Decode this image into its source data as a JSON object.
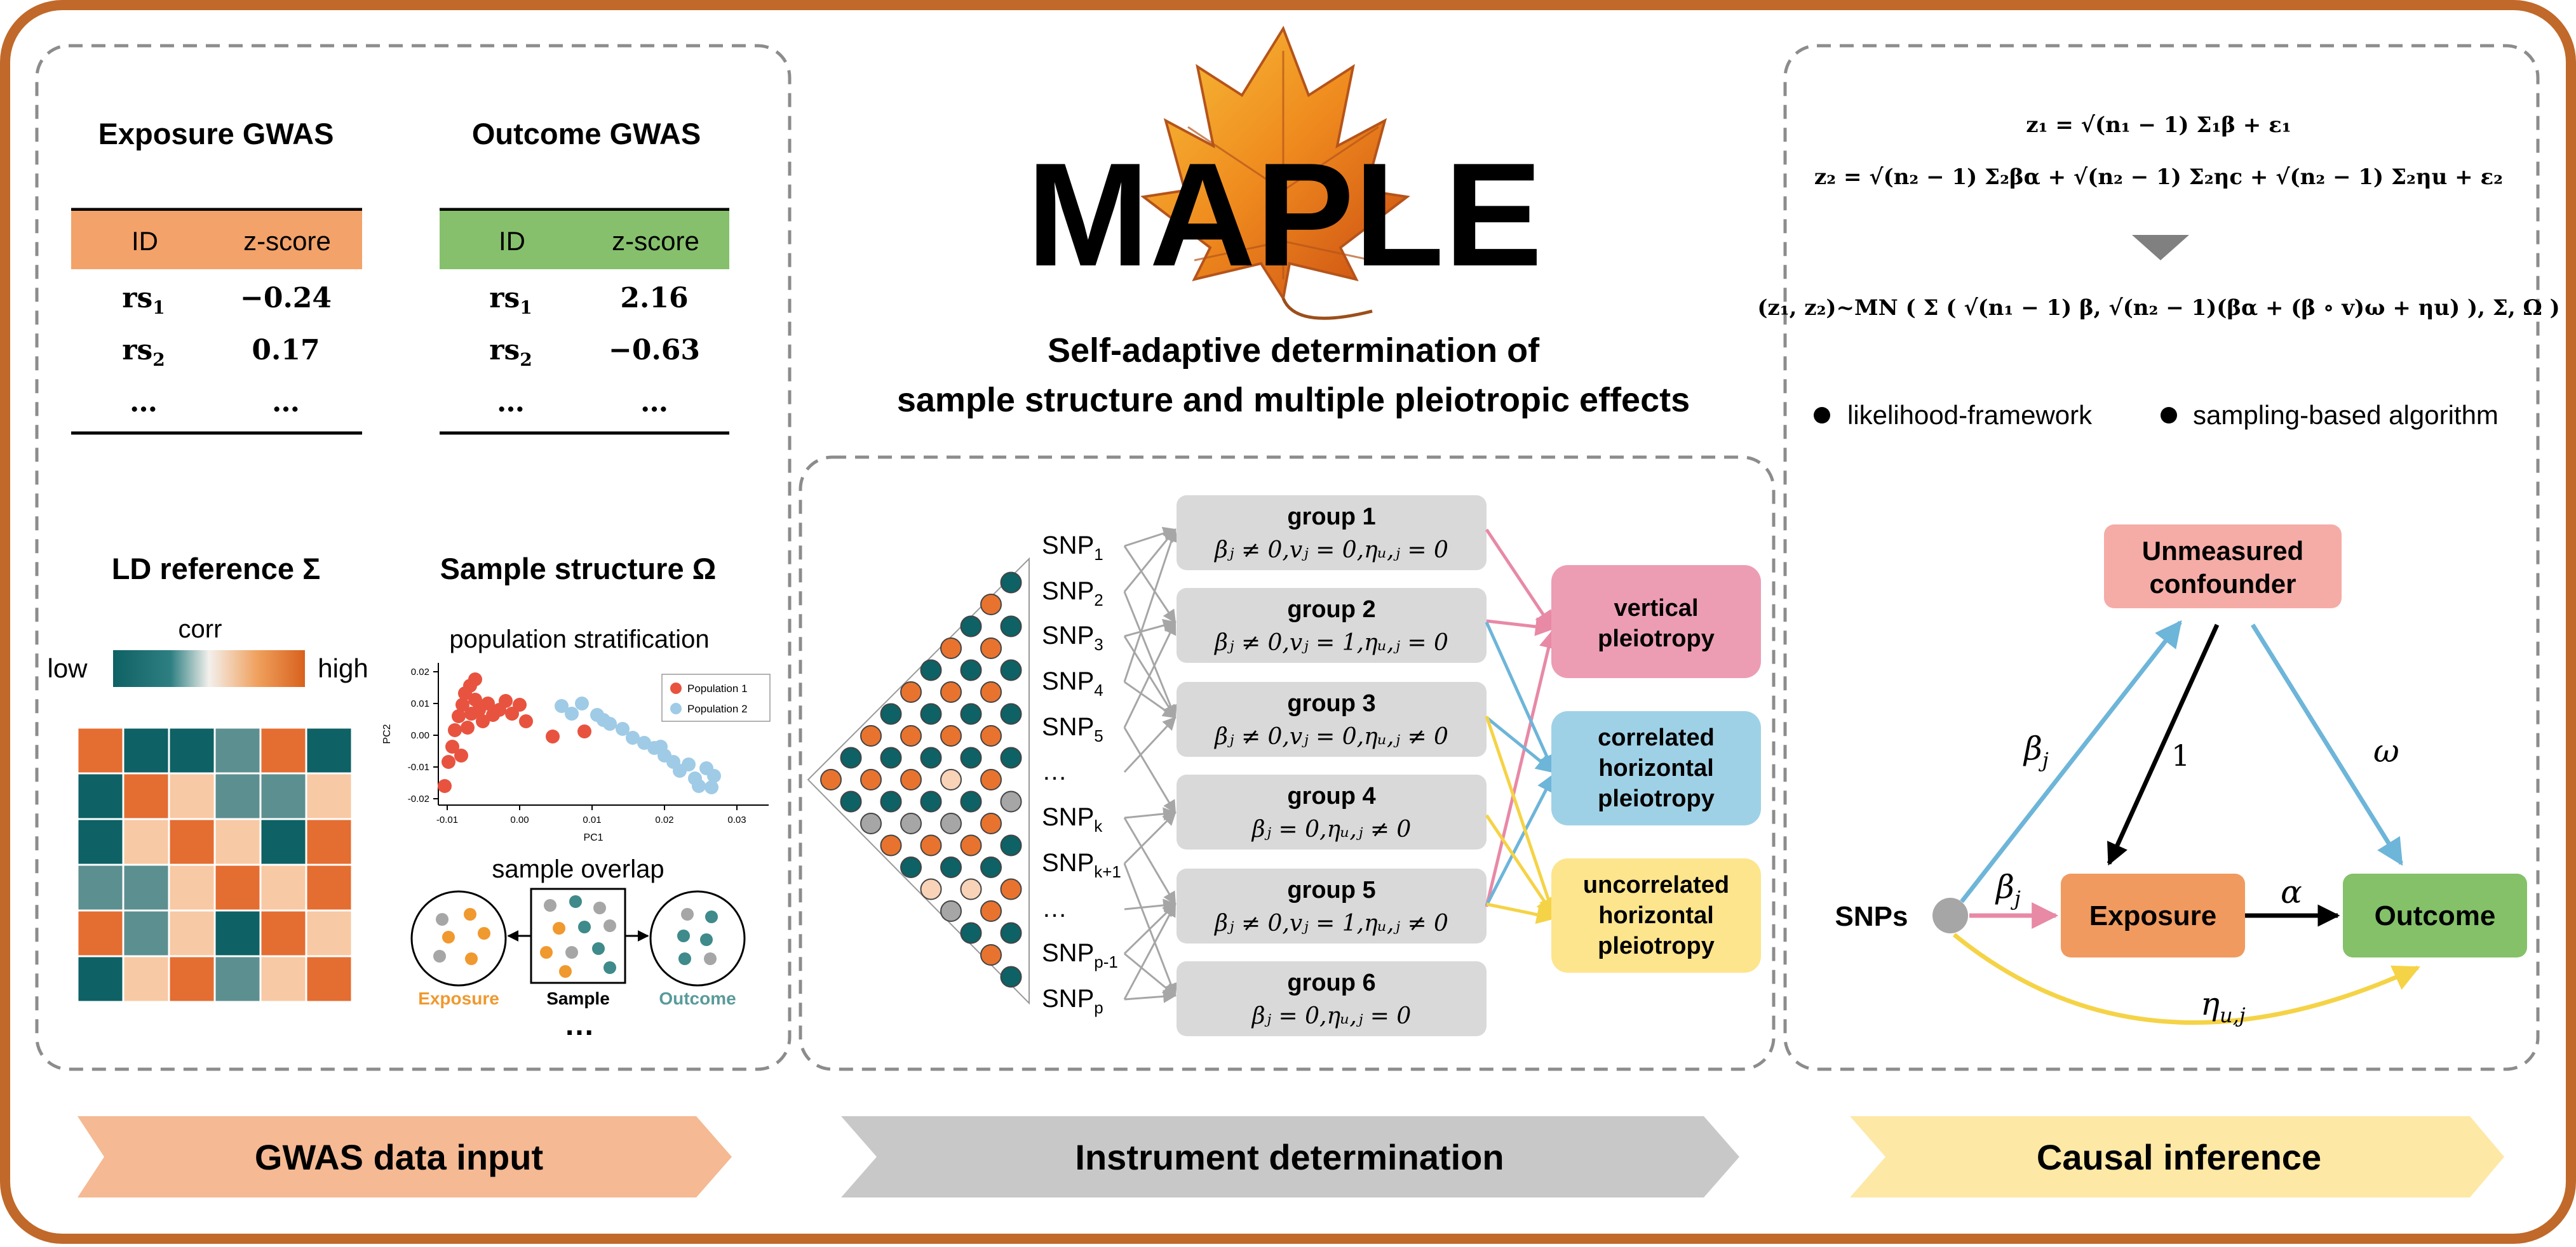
{
  "colors": {
    "frame": "#c0692a",
    "teal": "#0e6164",
    "orange": "#e8732f",
    "gray": "#a6a6a6",
    "exposure_header": "#f3a26a",
    "outcome_header": "#86c06c",
    "vertical": "#ec9db4",
    "correlated": "#9fd1e6",
    "uncorrelated": "#fde58d",
    "confounder": "#f5aca6",
    "exposure_box": "#f19a5f",
    "outcome_box": "#84c169",
    "arrow_pink": "#e889a6",
    "arrow_blue": "#6db5d9",
    "arrow_yellow": "#f5d346"
  },
  "left": {
    "exposure_title": "Exposure GWAS",
    "outcome_title": "Outcome GWAS",
    "col_id": "ID",
    "col_z": "z-score",
    "exposure_rows": [
      {
        "id": "rs",
        "sub": "1",
        "z": "−0.24"
      },
      {
        "id": "rs",
        "sub": "2",
        "z": "0.17"
      },
      {
        "id": "…",
        "sub": "",
        "z": "…"
      }
    ],
    "outcome_rows": [
      {
        "id": "rs",
        "sub": "1",
        "z": "2.16"
      },
      {
        "id": "rs",
        "sub": "2",
        "z": "−0.63"
      },
      {
        "id": "…",
        "sub": "",
        "z": "…"
      }
    ],
    "ld_title": "LD reference Σ",
    "sample_title": "Sample structure Ω",
    "corr_label": "corr",
    "low_label": "low",
    "high_label": "high",
    "pop_strat_label": "population stratification",
    "pc1": "PC1",
    "pc2": "PC2",
    "legend_pop1": "Population 1",
    "legend_pop2": "Population 2",
    "x_ticks": [
      "-0.01",
      "0.00",
      "0.01",
      "0.02",
      "0.03"
    ],
    "y_ticks": [
      "0.02",
      "0.01",
      "0.00",
      "-0.01",
      "-0.02"
    ],
    "overlap_label": "sample overlap",
    "exposure_label": "Exposure",
    "sample_label": "Sample",
    "outcome_label": "Outcome",
    "ellipsis": "…",
    "heatmap": [
      [
        "o",
        "t",
        "t",
        "g",
        "o",
        "t"
      ],
      [
        "t",
        "o",
        "p",
        "g",
        "g",
        "p"
      ],
      [
        "t",
        "p",
        "o",
        "p",
        "t",
        "o"
      ],
      [
        "g",
        "g",
        "p",
        "o",
        "p",
        "o"
      ],
      [
        "o",
        "g",
        "p",
        "t",
        "o",
        "p"
      ],
      [
        "t",
        "p",
        "o",
        "g",
        "p",
        "o"
      ]
    ]
  },
  "middle": {
    "logo": "MAPLE",
    "subtitle_1": "Self-adaptive determination of",
    "subtitle_2": "sample structure and multiple pleiotropic effects",
    "snps": [
      {
        "base": "SNP",
        "sub": "1"
      },
      {
        "base": "SNP",
        "sub": "2"
      },
      {
        "base": "SNP",
        "sub": "3"
      },
      {
        "base": "SNP",
        "sub": "4"
      },
      {
        "base": "SNP",
        "sub": "5"
      },
      {
        "base": "…",
        "sub": ""
      },
      {
        "base": "SNP",
        "sub": "k"
      },
      {
        "base": "SNP",
        "sub": "k+1"
      },
      {
        "base": "…",
        "sub": ""
      },
      {
        "base": "SNP",
        "sub": "p-1"
      },
      {
        "base": "SNP",
        "sub": "p"
      }
    ],
    "groups": [
      {
        "title": "group 1",
        "formula": "βⱼ ≠ 0,vⱼ = 0,ηᵤ,ⱼ = 0"
      },
      {
        "title": "group 2",
        "formula": "βⱼ ≠ 0,vⱼ = 1,ηᵤ,ⱼ = 0"
      },
      {
        "title": "group 3",
        "formula": "βⱼ ≠ 0,vⱼ = 0,ηᵤ,ⱼ ≠ 0"
      },
      {
        "title": "group 4",
        "formula": "βⱼ = 0,ηᵤ,ⱼ ≠ 0"
      },
      {
        "title": "group 5",
        "formula": "βⱼ ≠ 0,vⱼ = 1,ηᵤ,ⱼ ≠ 0"
      },
      {
        "title": "group 6",
        "formula": "βⱼ = 0,ηᵤ,ⱼ = 0"
      }
    ],
    "vertical_1": "vertical",
    "vertical_2": "pleiotropy",
    "correlated_1": "correlated",
    "correlated_2": "horizontal",
    "correlated_3": "pleiotropy",
    "uncorrelated_1": "uncorrelated",
    "uncorrelated_2": "horizontal",
    "uncorrelated_3": "pleiotropy",
    "ld_pattern": [
      "o",
      "t",
      "g",
      "o",
      "t",
      "p",
      "g",
      "t",
      "o",
      "t",
      "t",
      "o",
      "t",
      "g",
      "o",
      "t",
      "p",
      "o",
      "t",
      "o",
      "t",
      "o",
      "t",
      "g",
      "o",
      "t",
      "o",
      "t",
      "o",
      "t",
      "p",
      "t",
      "o",
      "t",
      "o",
      "t",
      "o",
      "t",
      "o",
      "g",
      "t",
      "o",
      "t",
      "o",
      "t",
      "o",
      "t",
      "o",
      "t",
      "t",
      "o",
      "t",
      "o",
      "t",
      "t"
    ]
  },
  "right": {
    "eq1": "z₁ = √(n₁ − 1) Σ₁β + ε₁",
    "eq2": "z₂ = √(n₂ − 1) Σ₂βα + √(n₂ − 1) Σ₂ηc + √(n₂ − 1) Σ₂ηu + ε₂",
    "eq3": "(z₁, z₂)~MN ( Σ ( √(n₁ − 1) β, √(n₂ − 1)(βα + (β ∘ v)ω + ηu) ), Σ, Ω )",
    "bullet_1": "likelihood-framework",
    "bullet_2": "sampling-based algorithm",
    "confounder_1": "Unmeasured",
    "confounder_2": "confounder",
    "exposure": "Exposure",
    "outcome": "Outcome",
    "snps": "SNPs",
    "beta_j": "β",
    "beta_sub": "j",
    "one": "1",
    "omega": "ω",
    "alpha": "α",
    "eta": "η",
    "eta_sub": "u,j"
  },
  "banners": {
    "gwas": "GWAS data input",
    "instrument": "Instrument determination",
    "causal": "Causal inference"
  }
}
